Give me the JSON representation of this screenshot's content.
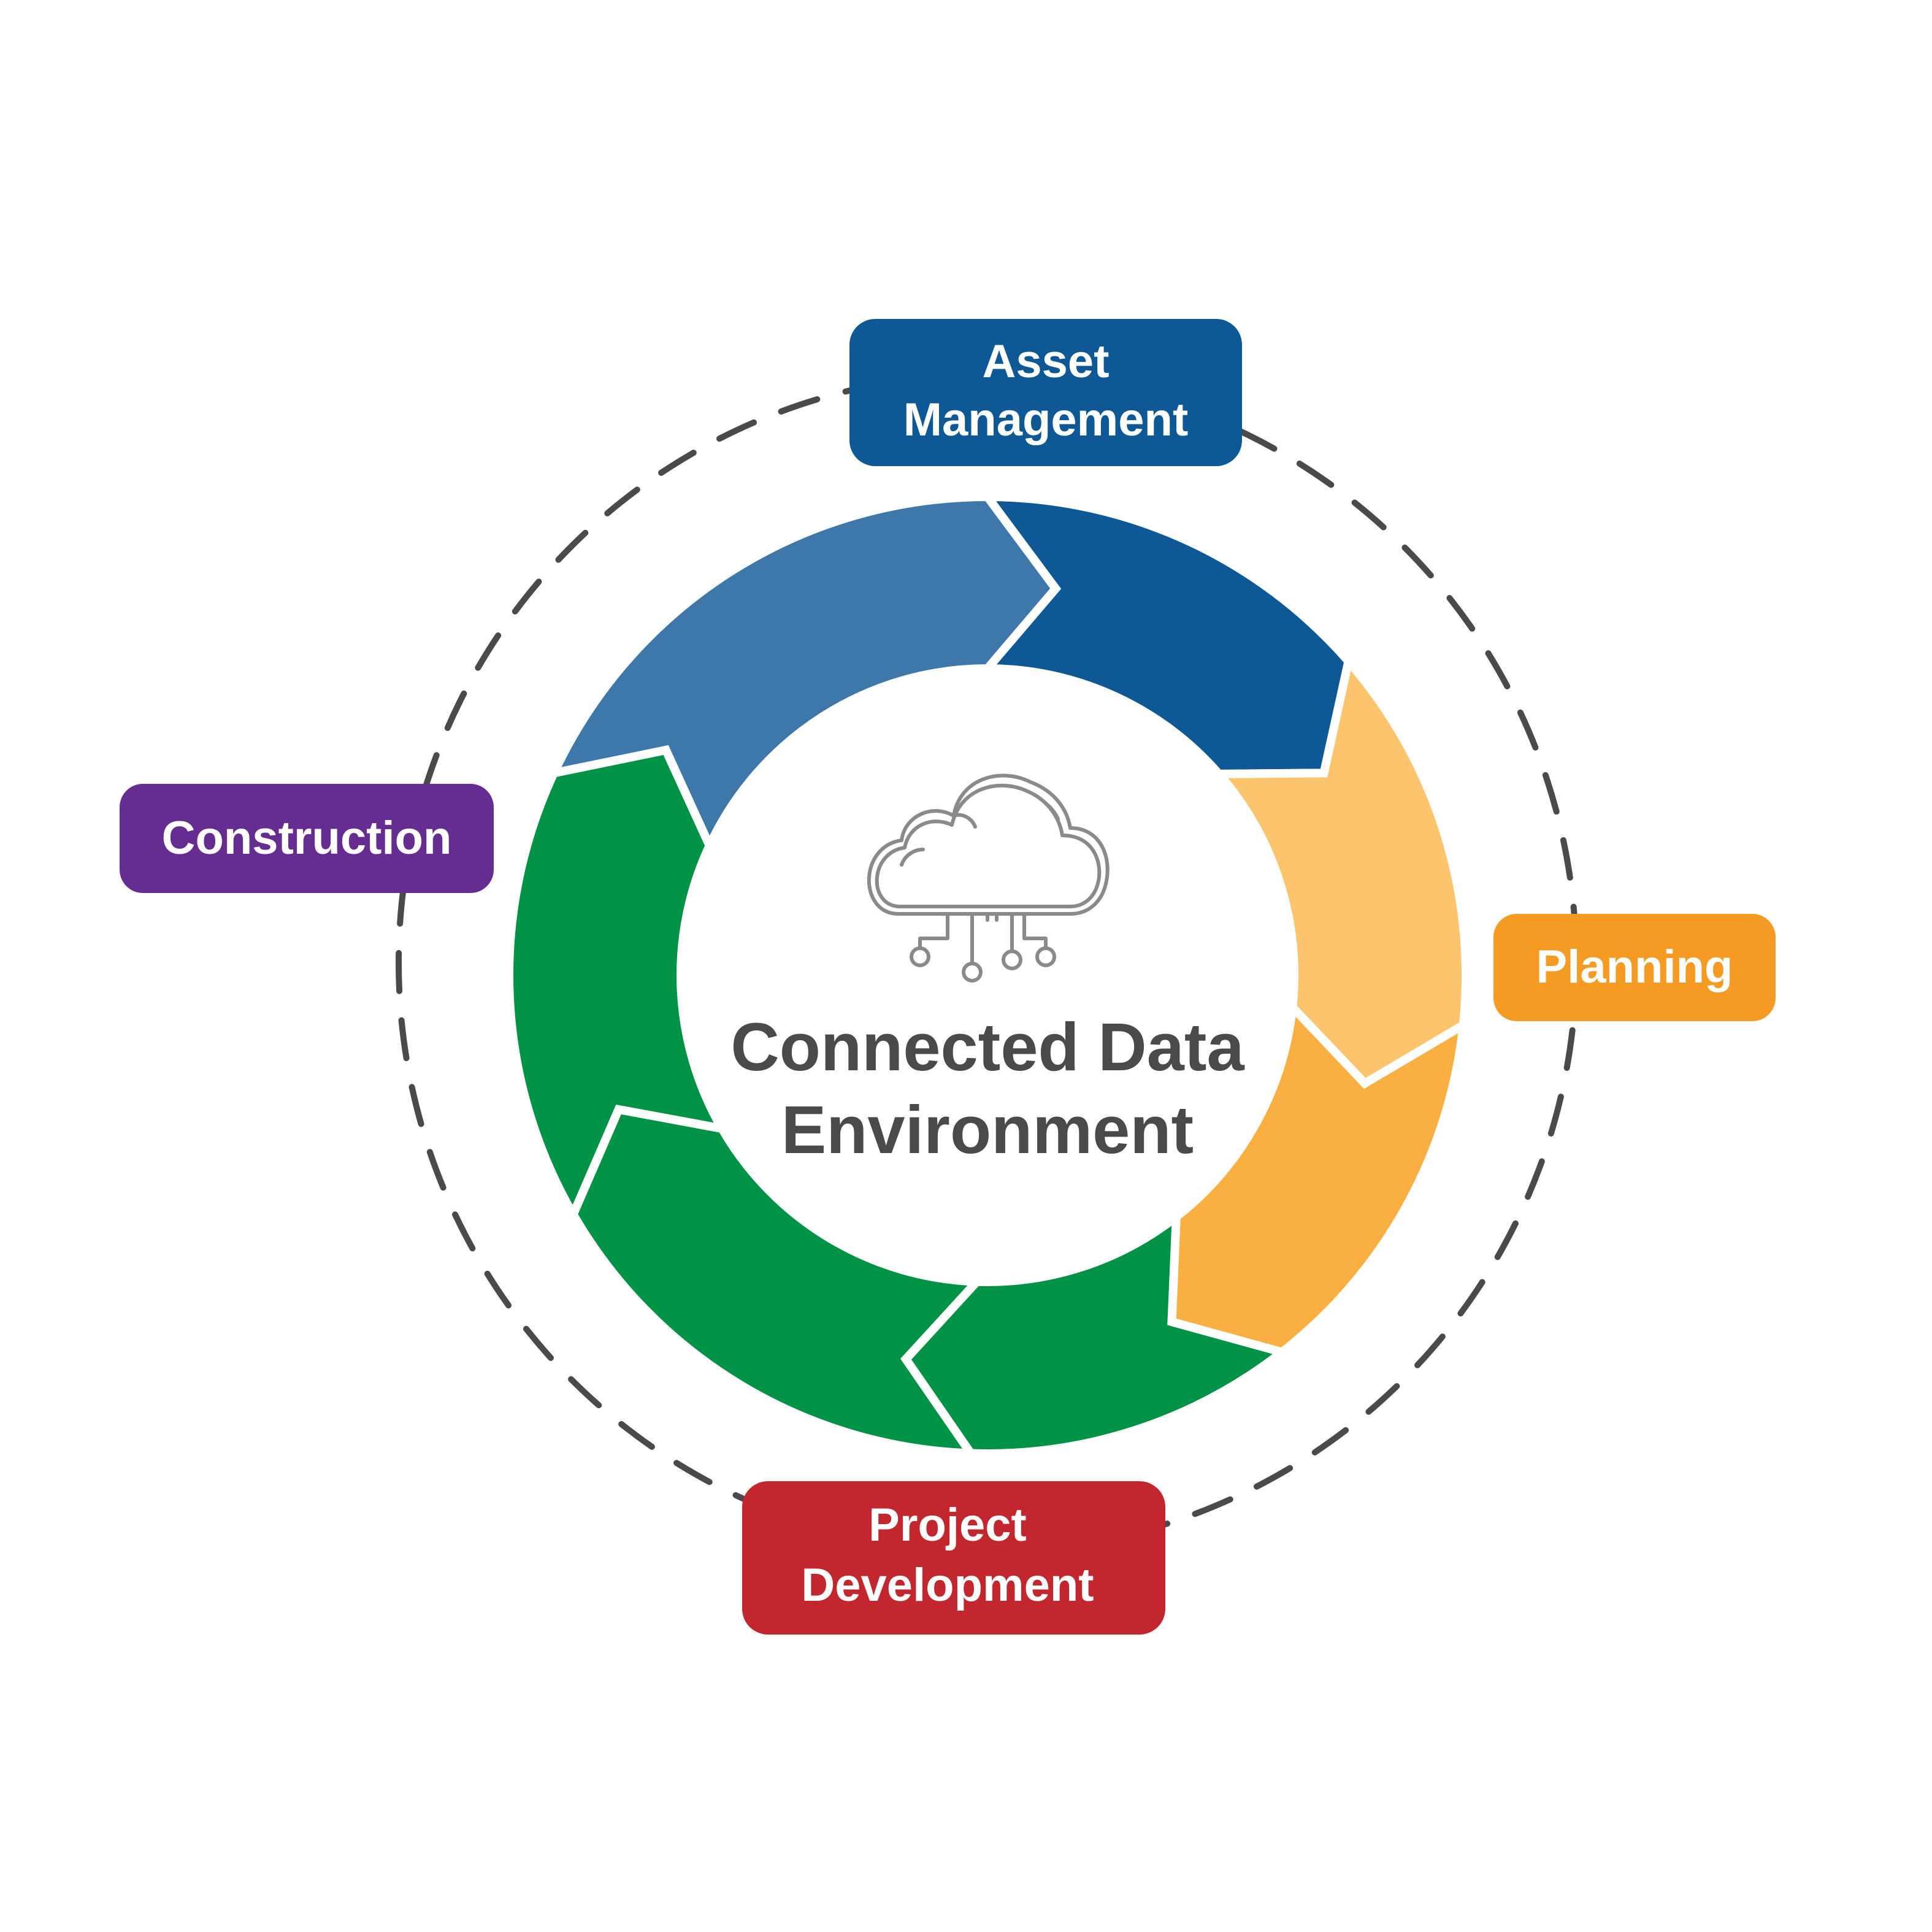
{
  "center": {
    "title_line1": "Connected Data",
    "title_line2": "Environment",
    "icon": "cloud-network-icon"
  },
  "phases": [
    {
      "id": "asset-management",
      "line1": "Asset",
      "line2": "Management",
      "color": "#0e5895"
    },
    {
      "id": "planning",
      "line1": "Planning",
      "line2": "",
      "color": "#f59a23"
    },
    {
      "id": "project-development",
      "line1": "Project",
      "line2": "Development",
      "color": "#c1272d"
    },
    {
      "id": "construction",
      "line1": "Construction",
      "line2": "",
      "color": "#662d91"
    }
  ],
  "ring_colors": {
    "dark_blue": "#0e5895",
    "light_blue": "#3e77a9",
    "light_orange": "#fbc46d",
    "orange": "#f9b040",
    "green": "#009245"
  },
  "dashed_circle_color": "#4a4a4a"
}
